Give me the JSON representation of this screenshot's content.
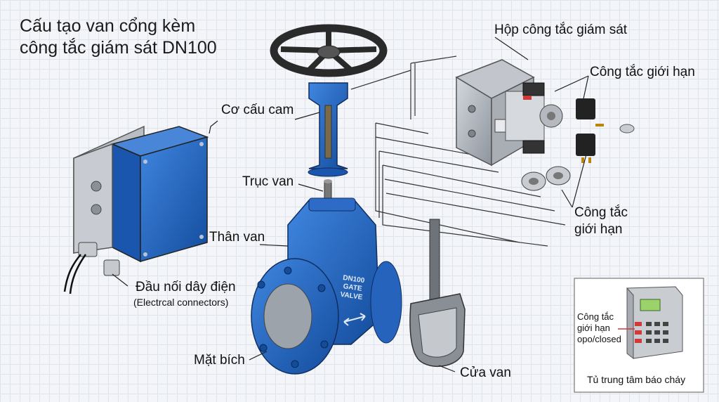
{
  "title": {
    "line1": "Cấu tạo van cổng kèm",
    "line2": "công tắc giám sát DN100"
  },
  "labels": {
    "switch_box": "Hộp công tắc giám sát",
    "limit_switch_top": "Công tắc giới hạn",
    "cam_mechanism": "Cơ cấu cam",
    "stem": "Trục van",
    "limit_switch_bottom_line1": "Công tắc",
    "limit_switch_bottom_line2": "giới hạn",
    "body": "Thân van",
    "connectors": "Đầu nối dây điện",
    "connectors_en": "(Electrcal connectors)",
    "flange": "Mặt bích",
    "gate": "Cửa van"
  },
  "valve_marking": {
    "line1": "DN100",
    "line2": "GATE",
    "line3": "VALVE"
  },
  "panel": {
    "callout_line1": "Công tắc",
    "callout_line2": "giới hạn",
    "callout_line3": "opo/closed",
    "caption": "Tủ trung tâm báo cháy"
  },
  "colors": {
    "valve_blue": "#1f5fb8",
    "grey_metal": "#9aa0a8",
    "panel_red": "#d23a3a",
    "display_green": "#9bd36a"
  }
}
